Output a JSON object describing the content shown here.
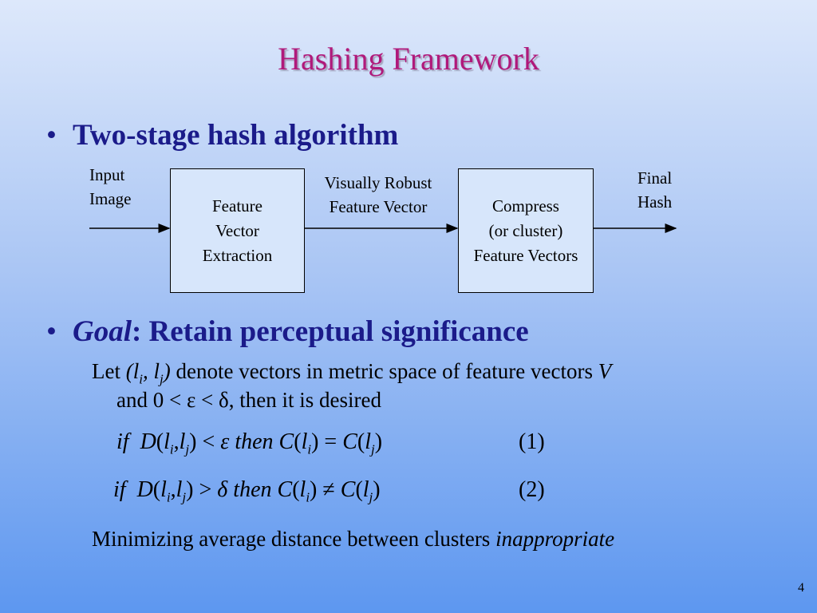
{
  "title": "Hashing Framework",
  "bullet1": "Two-stage hash algorithm",
  "diagram": {
    "input_line1": "Input",
    "input_line2": "Image",
    "box1_line1": "Feature",
    "box1_line2": "Vector",
    "box1_line3": "Extraction",
    "mid_line1": "Visually Robust",
    "mid_line2": "Feature Vector",
    "box2_line1": "Compress",
    "box2_line2": "(or cluster)",
    "box2_line3": "Feature Vectors",
    "final_line1": "Final",
    "final_line2": "Hash"
  },
  "bullet2": {
    "goal_word": "Goal",
    "rest": ": Retain perceptual significance"
  },
  "desc": {
    "let": "Let ",
    "pair": "(l",
    "sub_i": "i",
    "comma": ", l",
    "sub_j": "j",
    "close": ")",
    "middle": " denote vectors in metric space of feature vectors ",
    "V": "V",
    "line2": "and 0 < ε  < δ, then it is desired"
  },
  "equations": {
    "eq1_num": "(1)",
    "eq2_num": "(2)"
  },
  "conclusion": {
    "text": "Minimizing average distance between clusters ",
    "italic": "inappropriate"
  },
  "page_number": "4"
}
